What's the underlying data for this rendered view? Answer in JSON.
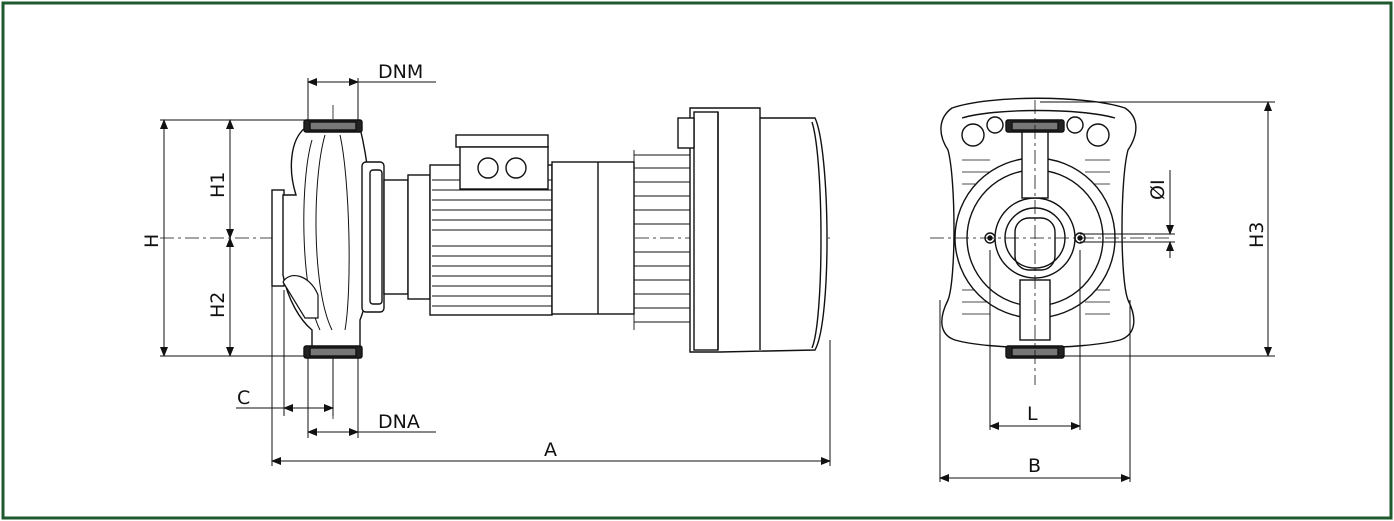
{
  "labels": {
    "dnm": "DNM",
    "dna": "DNA",
    "a": "A",
    "c": "C",
    "h": "H",
    "h1": "H1",
    "h2": "H2",
    "h3": "H3",
    "b": "B",
    "l": "L",
    "oi": "ØI"
  },
  "colors": {
    "border": "#1e5a2e",
    "line": "#111111"
  }
}
